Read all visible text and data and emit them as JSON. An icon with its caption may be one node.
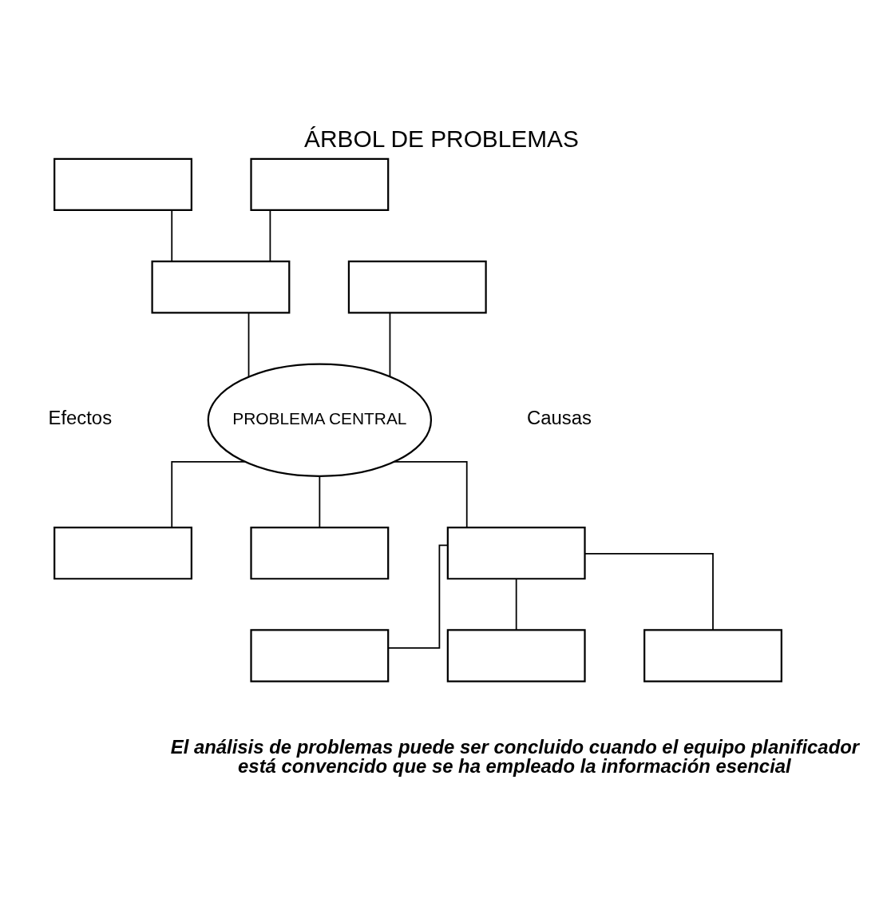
{
  "diagram": {
    "title": "ÁRBOL DE PROBLEMAS",
    "caption": "El análisis de problemas puede ser concluido cuando el equipo planificador está convencido que se ha empleado la información esencial",
    "nodes": [
      {
        "text": [],
        "shape": "box"
      },
      {
        "text": [],
        "shape": "box"
      },
      {
        "text": [],
        "shape": "box"
      },
      {
        "text": [],
        "shape": "box"
      },
      {
        "text": [
          "PROBLEMA CENTRAL"
        ]
      },
      {
        "text": [],
        "shape": "box"
      },
      {
        "text": [],
        "shape": "box"
      },
      {
        "text": [],
        "shape": "box"
      },
      {
        "text": [],
        "shape": "box"
      },
      {
        "text": [],
        "shape": "box"
      },
      {
        "text": [],
        "shape": "box"
      }
    ],
    "edges": [
      {
        "from": 0,
        "to": 3,
        "arrow": "none"
      },
      {
        "from": 1,
        "to": 3,
        "arrow": "none"
      },
      {
        "from": 2,
        "to": 4,
        "arrow": "none"
      },
      {
        "from": 3,
        "to": 4,
        "arrow": "none"
      },
      {
        "from": 4,
        "to": 5,
        "arrow": "none"
      },
      {
        "from": 4,
        "to": 6,
        "arrow": "none"
      },
      {
        "from": 4,
        "to": 7,
        "arrow": "none"
      },
      {
        "from": 7,
        "to": 8,
        "arrow": "none"
      },
      {
        "from": 7,
        "to": 9,
        "arrow": "none"
      },
      {
        "from": 7,
        "to": 10,
        "arrow": "none"
      }
    ],
    "labels": [
      "Efectos",
      "Causas"
    ]
  }
}
